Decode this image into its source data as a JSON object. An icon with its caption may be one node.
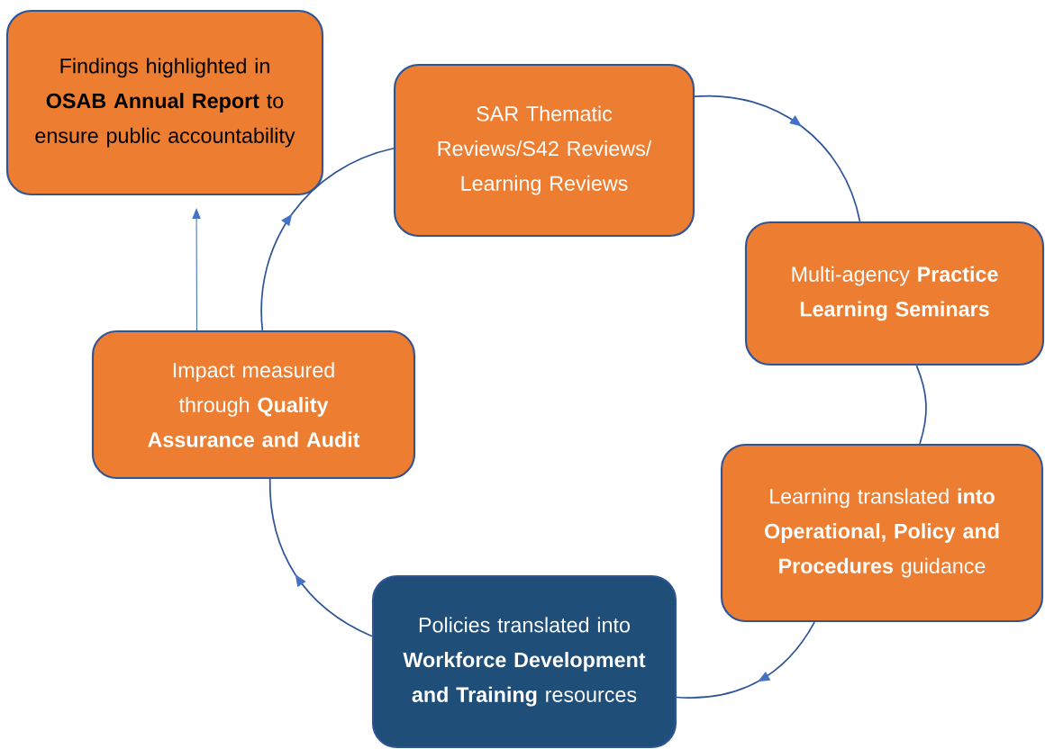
{
  "diagram": {
    "nodes": [
      {
        "text": [
          "Findings highlighted in **OSAB Annual Report** to ensure public accountability"
        ]
      },
      {
        "text": [
          "SAR Thematic Reviews/S42 Reviews/ Learning Reviews"
        ]
      },
      {
        "text": [
          "Multi-agency **Practice Learning Seminars**"
        ]
      },
      {
        "text": [
          "Learning translated **into Operational, Policy and Procedures** guidance"
        ]
      },
      {
        "text": [
          "Policies translated into **Workforce Development and Training** resources"
        ]
      },
      {
        "text": [
          "Impact measured through **Quality Assurance and Audit**"
        ]
      }
    ],
    "edges": [
      {
        "from": 1,
        "to": 2,
        "arrow": "to"
      },
      {
        "from": 2,
        "to": 3,
        "arrow": "none"
      },
      {
        "from": 3,
        "to": 4,
        "arrow": "to"
      },
      {
        "from": 4,
        "to": 5,
        "arrow": "to"
      },
      {
        "from": 5,
        "to": 1,
        "arrow": "to"
      },
      {
        "from": 5,
        "to": 0,
        "arrow": "to",
        "color": "#4472c4"
      }
    ]
  }
}
